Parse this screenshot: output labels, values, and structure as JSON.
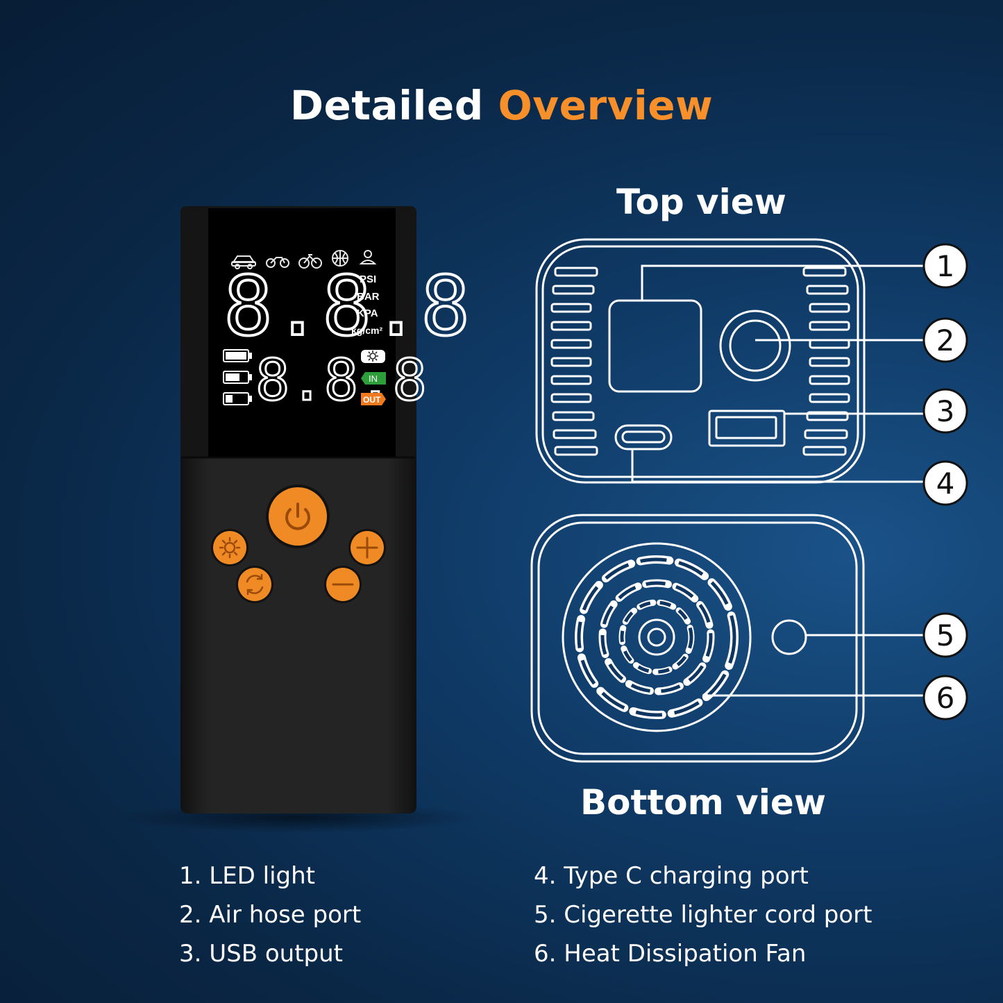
{
  "title": {
    "part1": "Detailed",
    "part2": "Overview"
  },
  "views": {
    "top": "Top view",
    "bottom": "Bottom view"
  },
  "device": {
    "units": [
      "PSI",
      "BAR",
      "KPA",
      "kg/cm²"
    ],
    "indicators": {
      "in": "IN",
      "out": "OUT"
    },
    "digits_top": "8.8.8",
    "digits_bottom": "8.8.8"
  },
  "callouts": [
    "1",
    "2",
    "3",
    "4",
    "5",
    "6"
  ],
  "features": {
    "left": [
      "1. LED light",
      "2. Air hose port",
      "3. USB output"
    ],
    "right": [
      "4. Type C charging port",
      "5. Cigerette lighter cord port",
      "6. Heat Dissipation Fan"
    ]
  },
  "colors": {
    "accent": "#f7902a",
    "device_body": "#1c1c1c",
    "button": "#f08a24",
    "line_art": "#ffffff"
  }
}
